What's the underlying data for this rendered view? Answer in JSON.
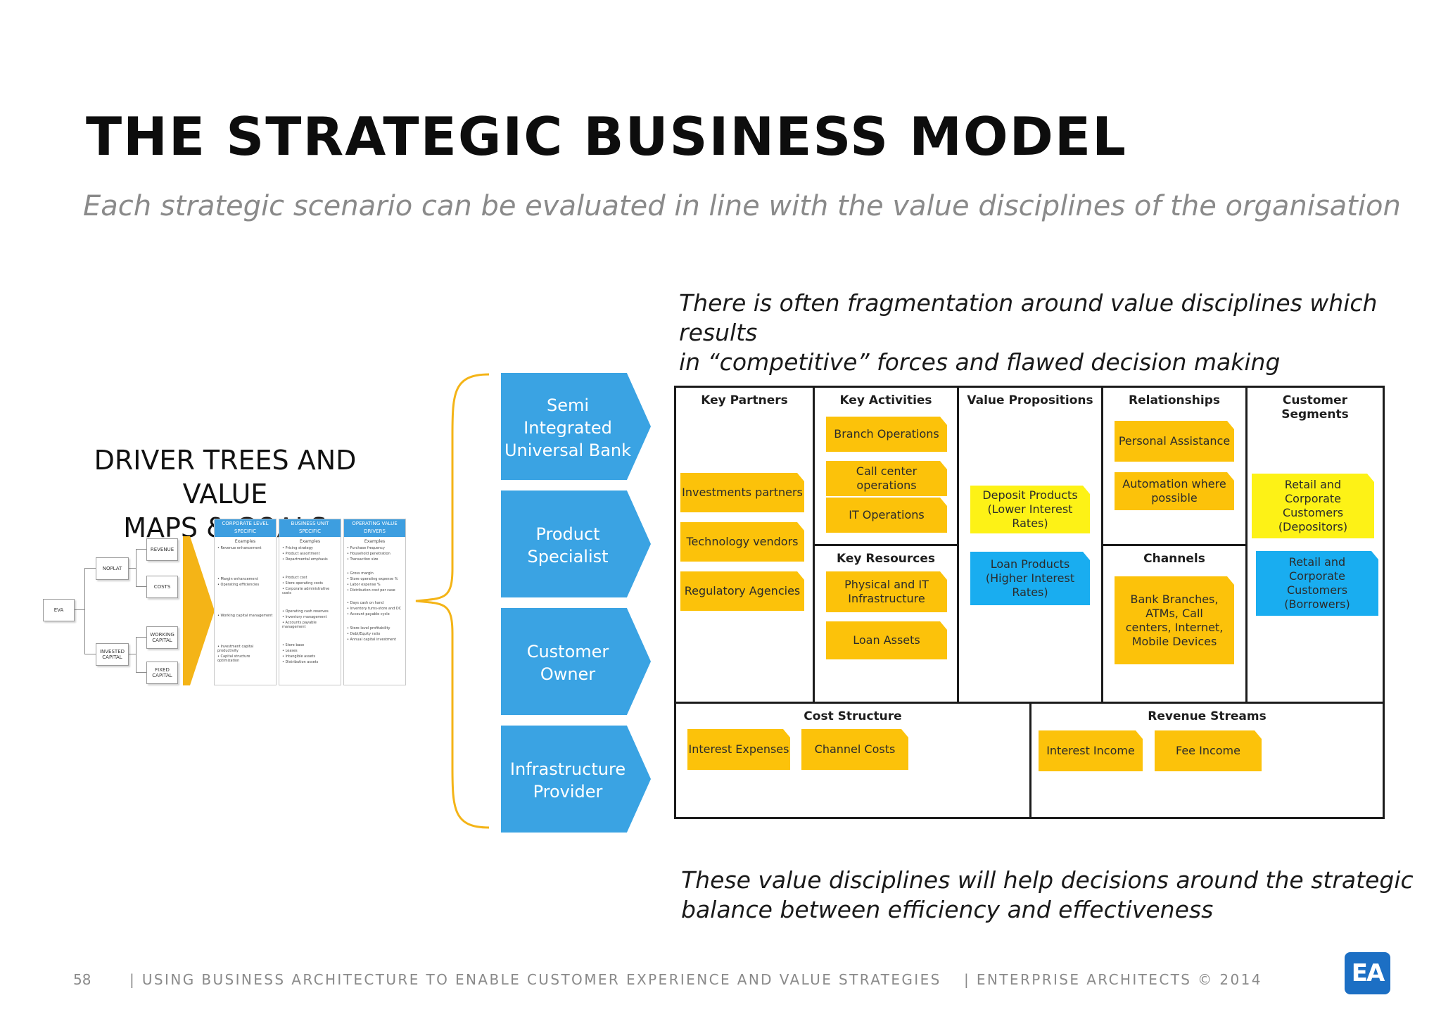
{
  "header": {
    "title": "THE STRATEGIC BUSINESS MODEL",
    "subtitle": "Each strategic scenario can be evaluated in line with the value disciplines of the organisation"
  },
  "notes": {
    "top_line1": "There is often fragmentation around value disciplines which results",
    "top_line2": "in “competitive” forces and flawed decision making",
    "bottom_line1": "These value disciplines will help decisions around the strategic",
    "bottom_line2": "balance between efficiency and effectiveness"
  },
  "driver_tree": {
    "title_line1": "DRIVER TREES AND VALUE",
    "title_line2": "MAPS & GOALS",
    "nodes": {
      "root": "EVA",
      "noplat": "NOPLAT",
      "invested_capital": "INVESTED CAPITAL",
      "revenue": "REVENUE",
      "costs": "COSTS",
      "working_capital": "WORKING CAPITAL",
      "fixed_capital": "FIXED CAPITAL"
    },
    "columns": [
      {
        "title": "CORPORATE LEVEL SPECIFIC",
        "sub": "Examples",
        "groups": [
          [
            "• Revenue enhancement"
          ],
          [
            "• Margin enhancement",
            "• Operating efficiencies"
          ],
          [
            "• Working capital management"
          ],
          [
            "• Investment capital productivity",
            "• Capital structure optimization"
          ]
        ]
      },
      {
        "title": "BUSINESS UNIT SPECIFIC",
        "sub": "Examples",
        "groups": [
          [
            "• Pricing strategy",
            "• Product assortment",
            "• Departmental emphasis"
          ],
          [
            "• Product cost",
            "• Store operating costs",
            "• Corporate administrative costs"
          ],
          [
            "• Operating cash reserves",
            "• Inventory management",
            "• Accounts payable management"
          ],
          [
            "• Store base",
            "• Leases",
            "• Intangible assets",
            "• Distribution assets"
          ]
        ]
      },
      {
        "title": "OPERATING VALUE DRIVERS",
        "sub": "Examples",
        "groups": [
          [
            "• Purchase frequency",
            "• Household penetration",
            "• Transaction size"
          ],
          [
            "• Gross margin",
            "• Store operating expense %",
            "• Labor expense %",
            "• Distribution cost per case"
          ],
          [
            "• Days cash on hand",
            "• Inventory turns-store and DC",
            "• Account payable cycle"
          ],
          [
            "• Store level profitability",
            "• Debt/Equity ratio",
            "• Annual capital investment"
          ]
        ]
      }
    ]
  },
  "value_disciplines": [
    {
      "line1": "Semi",
      "line2": "Integrated",
      "line3": "Universal Bank"
    },
    {
      "line1": "Product",
      "line2": "Specialist",
      "line3": ""
    },
    {
      "line1": "Customer",
      "line2": "Owner",
      "line3": ""
    },
    {
      "line1": "Infrastructure",
      "line2": "Provider",
      "line3": ""
    }
  ],
  "canvas": {
    "key_partners": {
      "title": "Key Partners",
      "items": [
        "Investments partners",
        "Technology vendors",
        "Regulatory Agencies"
      ]
    },
    "key_activities": {
      "title": "Key Activities",
      "items": [
        "Branch Operations",
        "Call center operations",
        "IT Operations"
      ]
    },
    "key_resources": {
      "title": "Key Resources",
      "items": [
        "Physical and IT Infrastructure",
        "Loan Assets"
      ]
    },
    "value_propositions": {
      "title": "Value Propositions",
      "items": [
        "Deposit Products (Lower Interest Rates)",
        "Loan Products (Higher Interest Rates)"
      ]
    },
    "relationships": {
      "title": "Relationships",
      "items": [
        "Personal Assistance",
        "Automation where possible"
      ]
    },
    "channels": {
      "title": "Channels",
      "items": [
        "Bank Branches, ATMs, Call centers, Internet, Mobile Devices"
      ]
    },
    "customer_segments": {
      "title": "Customer Segments",
      "items": [
        "Retail and Corporate Customers (Depositors)",
        "Retail and Corporate Customers (Borrowers)"
      ]
    },
    "cost_structure": {
      "title": "Cost Structure",
      "items": [
        "Interest Expenses",
        "Channel Costs"
      ]
    },
    "revenue_streams": {
      "title": "Revenue Streams",
      "items": [
        "Interest Income",
        "Fee Income"
      ]
    },
    "colors": {
      "yellow": "#fcc20a",
      "light_yellow": "#fdf216",
      "blue": "#19adf0"
    }
  },
  "footer": {
    "page_number": "58",
    "presentation": "|  USING BUSINESS ARCHITECTURE TO ENABLE CUSTOMER EXPERIENCE AND VALUE STRATEGIES",
    "company": "|  ENTERPRISE ARCHITECTS © 2014",
    "logo_text": "EA"
  }
}
